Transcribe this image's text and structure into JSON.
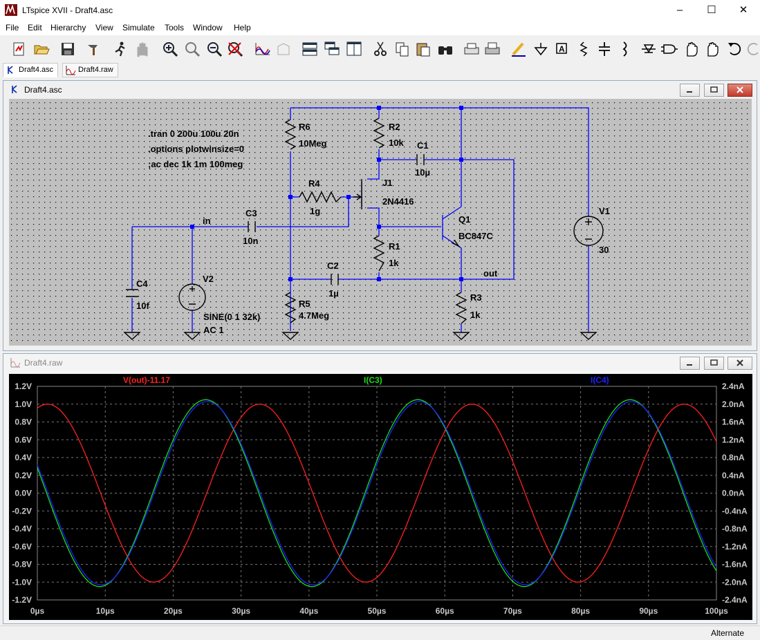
{
  "app": {
    "title": "LTspice XVII - Draft4.asc"
  },
  "window_controls": {
    "minimize": "–",
    "maximize": "☐",
    "close": "✕"
  },
  "menu": [
    "File",
    "Edit",
    "Hierarchy",
    "View",
    "Simulate",
    "Tools",
    "Window",
    "Help"
  ],
  "toolbar_icons": [
    "new-schematic-icon",
    "open-icon",
    "save-icon",
    "control-panel-icon",
    "run-icon",
    "halt-icon",
    "zoom-in-icon",
    "zoom-full-icon",
    "zoom-out-icon",
    "zoom-cancel-icon",
    "autorange-icon",
    "plot-3d-icon",
    "tile-horizontal-icon",
    "cascade-icon",
    "tile-vertical-icon",
    "cut-icon",
    "copy-icon",
    "paste-icon",
    "find-icon",
    "print-setup-icon",
    "print-icon",
    "draw-wire-icon",
    "ground-icon",
    "label-net-icon",
    "resistor-icon",
    "capacitor-icon",
    "inductor-icon",
    "diode-icon",
    "component-icon",
    "move-icon",
    "drag-icon",
    "undo-icon",
    "redo-icon"
  ],
  "tabs": [
    {
      "label": "Draft4.asc",
      "icon": "schematic-icon",
      "active": true
    },
    {
      "label": "Draft4.raw",
      "icon": "waveform-icon",
      "active": false
    }
  ],
  "schematic": {
    "title": "Draft4.asc",
    "directives": [
      ".tran 0 200u 100u 20n",
      ".options plotwinsize=0",
      ";ac dec 1k 1m 100meg"
    ],
    "labels": {
      "R6": "R6",
      "R6_value": "10Meg",
      "R2": "R2",
      "R2_value": "10k",
      "C1": "C1",
      "C1_value": "10µ",
      "R4": "R4",
      "R4_value": "1g",
      "J1": "J1",
      "J1_value": "2N4416",
      "Q1": "Q1",
      "Q1_value": "BC847C",
      "V1": "V1",
      "V1_value": "30",
      "C3": "C3",
      "C3_value": "10n",
      "R1": "R1",
      "R1_value": "1k",
      "C2": "C2",
      "C2_value": "1µ",
      "C4": "C4",
      "C4_value": "10f",
      "V2": "V2",
      "V2_value": "SINE(0 1 32k)",
      "V2_ac": "AC 1",
      "R5": "R5",
      "R5_value": "4.7Meg",
      "R3": "R3",
      "R3_value": "1k",
      "net_in": "in",
      "net_out": "out"
    }
  },
  "waveform": {
    "title": "Draft4.raw",
    "traces": [
      {
        "label": "V(out)-11.17",
        "color": "#ff2020"
      },
      {
        "label": "I(C3)",
        "color": "#18e018"
      },
      {
        "label": "I(C4)",
        "color": "#2020ff"
      }
    ],
    "left_ticks": [
      "1.2V",
      "1.0V",
      "0.8V",
      "0.6V",
      "0.4V",
      "0.2V",
      "0.0V",
      "-0.2V",
      "-0.4V",
      "-0.6V",
      "-0.8V",
      "-1.0V",
      "-1.2V"
    ],
    "right_ticks": [
      "2.4nA",
      "2.0nA",
      "1.6nA",
      "1.2nA",
      "0.8nA",
      "0.4nA",
      "0.0nA",
      "-0.4nA",
      "-0.8nA",
      "-1.2nA",
      "-1.6nA",
      "-2.0nA",
      "-2.4nA"
    ],
    "x_ticks": [
      "0µs",
      "10µs",
      "20µs",
      "30µs",
      "40µs",
      "50µs",
      "60µs",
      "70µs",
      "80µs",
      "90µs",
      "100µs"
    ]
  },
  "chart_data": {
    "type": "line",
    "x_unit": "µs",
    "xlim": [
      0,
      100
    ],
    "ylim_left": [
      -1.2,
      1.2
    ],
    "ylim_right": [
      -2.4,
      2.4
    ],
    "grid": true,
    "series": [
      {
        "name": "V(out)-11.17",
        "axis": "left",
        "shape": "sine",
        "amplitude": 1.0,
        "frequency_khz": 32,
        "peak_at_us": 1.5
      },
      {
        "name": "I(C3)",
        "axis": "left",
        "shape": "sine",
        "amplitude": 1.05,
        "frequency_khz": 32,
        "peak_at_us": 24.8
      },
      {
        "name": "I(C4)",
        "axis": "left",
        "shape": "sine",
        "amplitude": 1.03,
        "frequency_khz": 32,
        "peak_at_us": 25.0
      }
    ]
  },
  "status": {
    "text": "Alternate"
  }
}
